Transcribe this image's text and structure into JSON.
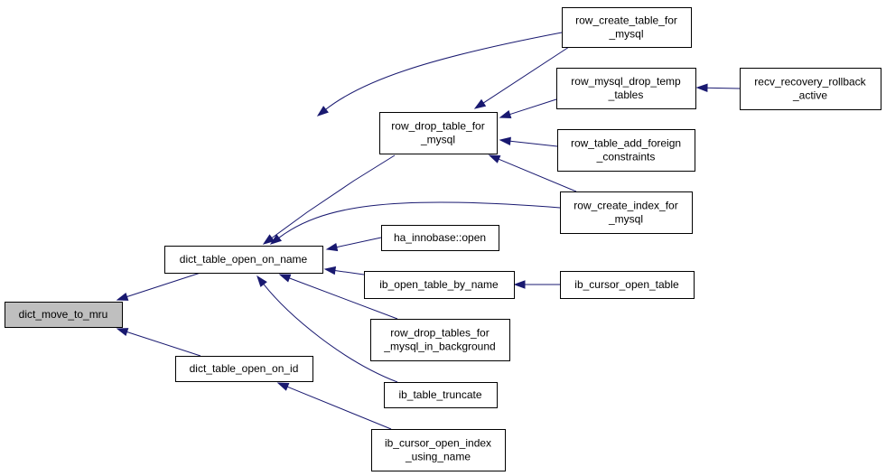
{
  "graph": {
    "nodes": {
      "dict_move_to_mru": [
        "dict_move_to_mru"
      ],
      "dict_table_open_on_name": [
        "dict_table_open_on_name"
      ],
      "dict_table_open_on_id": [
        "dict_table_open_on_id"
      ],
      "row_drop_table_for_mysql": [
        "row_drop_table_for",
        "_mysql"
      ],
      "row_create_table_for_mysql": [
        "row_create_table_for",
        "_mysql"
      ],
      "row_mysql_drop_temp_tables": [
        "row_mysql_drop_temp",
        "_tables"
      ],
      "recv_recovery_rollback_active": [
        "recv_recovery_rollback",
        "_active"
      ],
      "row_table_add_foreign_constraints": [
        "row_table_add_foreign",
        "_constraints"
      ],
      "row_create_index_for_mysql": [
        "row_create_index_for",
        "_mysql"
      ],
      "ha_innobase_open": [
        "ha_innobase::open"
      ],
      "ib_open_table_by_name": [
        "ib_open_table_by_name"
      ],
      "ib_cursor_open_table": [
        "ib_cursor_open_table"
      ],
      "row_drop_tables_for_mysql_in_background": [
        "row_drop_tables_for",
        "_mysql_in_background"
      ],
      "ib_table_truncate": [
        "ib_table_truncate"
      ],
      "ib_cursor_open_index_using_name": [
        "ib_cursor_open_index",
        "_using_name"
      ]
    },
    "edges": [
      [
        "dict_table_open_on_name",
        "dict_move_to_mru"
      ],
      [
        "dict_table_open_on_id",
        "dict_move_to_mru"
      ],
      [
        "row_create_table_for_mysql",
        "dict_table_open_on_name"
      ],
      [
        "row_drop_table_for_mysql",
        "dict_table_open_on_name"
      ],
      [
        "row_create_index_for_mysql",
        "dict_table_open_on_name"
      ],
      [
        "ha_innobase_open",
        "dict_table_open_on_name"
      ],
      [
        "ib_open_table_by_name",
        "dict_table_open_on_name"
      ],
      [
        "row_drop_tables_for_mysql_in_background",
        "dict_table_open_on_name"
      ],
      [
        "ib_table_truncate",
        "dict_table_open_on_name"
      ],
      [
        "ib_cursor_open_index_using_name",
        "dict_table_open_on_id"
      ],
      [
        "row_create_table_for_mysql",
        "row_drop_table_for_mysql"
      ],
      [
        "row_mysql_drop_temp_tables",
        "row_drop_table_for_mysql"
      ],
      [
        "row_table_add_foreign_constraints",
        "row_drop_table_for_mysql"
      ],
      [
        "row_create_index_for_mysql",
        "row_drop_table_for_mysql"
      ],
      [
        "recv_recovery_rollback_active",
        "row_mysql_drop_temp_tables"
      ],
      [
        "ib_cursor_open_table",
        "ib_open_table_by_name"
      ]
    ],
    "colors": {
      "edge": "#191970",
      "root_fill": "#bfbfbf",
      "node_fill": "#ffffff",
      "node_border": "#000000"
    }
  }
}
